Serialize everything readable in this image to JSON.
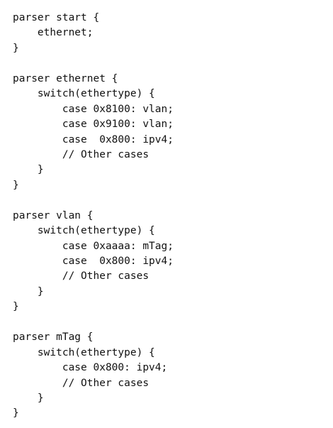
{
  "code_lines": [
    "parser start {",
    "    ethernet;",
    "}",
    "",
    "parser ethernet {",
    "    switch(ethertype) {",
    "        case 0x8100: vlan;",
    "        case 0x9100: vlan;",
    "        case  0x800: ipv4;",
    "        // Other cases",
    "    }",
    "}",
    "",
    "parser vlan {",
    "    switch(ethertype) {",
    "        case 0xaaaa: mTag;",
    "        case  0x800: ipv4;",
    "        // Other cases",
    "    }",
    "}",
    "",
    "parser mTag {",
    "    switch(ethertype) {",
    "        case 0x800: ipv4;",
    "        // Other cases",
    "    }",
    "}"
  ]
}
